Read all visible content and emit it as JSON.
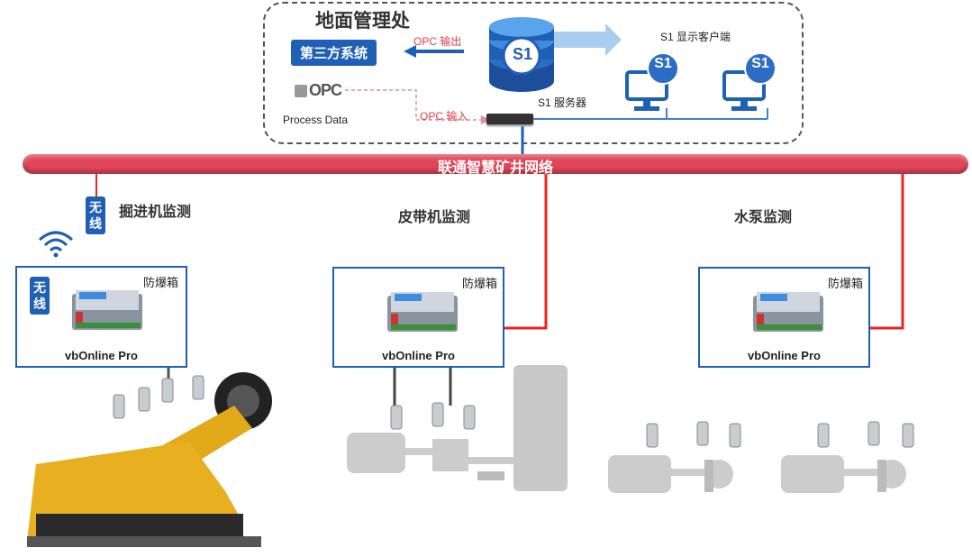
{
  "ground": {
    "title": "地面管理处",
    "third_party": "第三方系统",
    "opc_out": "OPC 输出",
    "opc_in": "OPC 输入",
    "process_data": "Process Data",
    "opc_logo_text": "OPC",
    "server_label": "S1 服务器",
    "client_label": "S1 显示客户端",
    "s1_badge": "S1"
  },
  "network": {
    "label": "联通智慧矿井网络"
  },
  "sections": [
    {
      "title": "掘进机监测",
      "box_top": "防爆箱",
      "box_bottom": "vbOnline Pro",
      "wireless": "无线"
    },
    {
      "title": "皮带机监测",
      "box_top": "防爆箱",
      "box_bottom": "vbOnline Pro"
    },
    {
      "title": "水泵监测",
      "box_top": "防爆箱",
      "box_bottom": "vbOnline Pro"
    }
  ],
  "wireless_tag": "无线",
  "colors": {
    "network": "#e0465a",
    "accent": "#1f5fb5",
    "opc_red": "#e23a4a"
  }
}
